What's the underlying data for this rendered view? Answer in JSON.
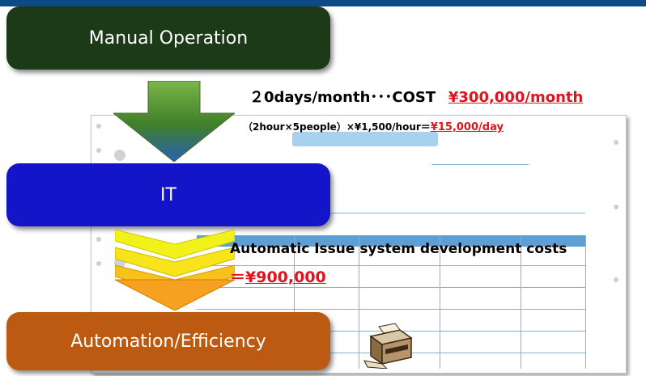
{
  "boxes": {
    "manual": "Manual Operation",
    "it": "IT",
    "automation": "Automation/Efficiency"
  },
  "cost": {
    "monthly_prefix": "２0days/month･･･COST",
    "monthly_value": "¥300,000/month",
    "daily_prefix": "（2hour×5people）×¥1,500/hour＝",
    "daily_value": "¥15,000/day"
  },
  "development": {
    "label": "Automatic Issue system development costs",
    "prefix": "＝",
    "value": "¥900,000"
  },
  "colors": {
    "top_bar": "#0e4a86",
    "manual_box": "#1d3a18",
    "it_box": "#1414c8",
    "automation_box": "#bc5a11",
    "highlight": "#e0141e"
  },
  "icons": [
    "down-arrow-icon",
    "chevron-down-icon",
    "printer-icon"
  ]
}
